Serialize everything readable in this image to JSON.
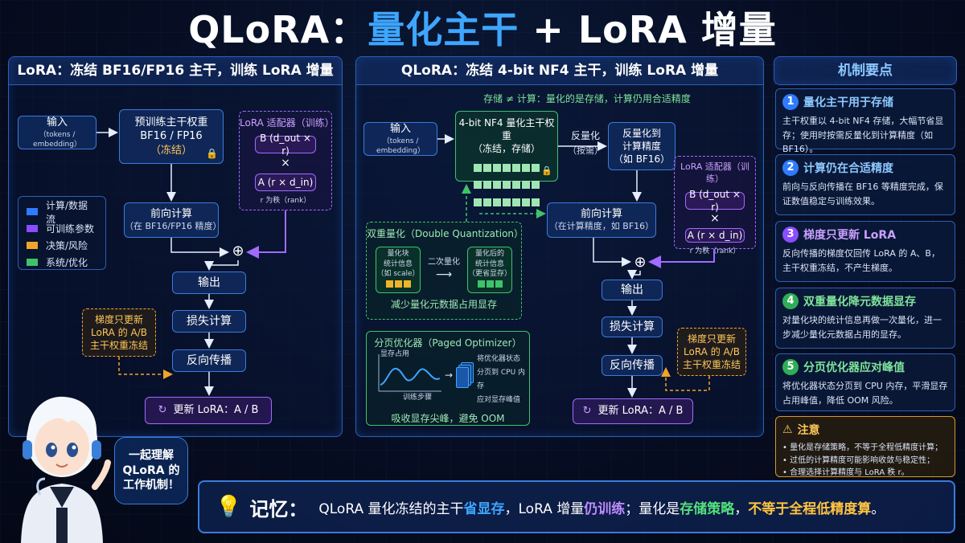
{
  "title": {
    "main": "QLoRA：",
    "accent": "量化主干",
    "rest": " + LoRA 增量"
  },
  "colors": {
    "blue": "#2f7bff",
    "purple": "#8a4dff",
    "orange": "#f0a52a",
    "green": "#3fc36a"
  },
  "left_panel": {
    "header": "LoRA：冻结 BF16/FP16 主干，训练 LoRA 增量",
    "input": {
      "line1": "输入",
      "line2": "（tokens / embedding）"
    },
    "backbone": {
      "line1": "预训练主干权重",
      "line2": "BF16 / FP16",
      "line3": "（冻结）",
      "icon": "lock-icon"
    },
    "adapter": {
      "title": "LoRA 适配器（训练）",
      "b": "B (d_out × r)",
      "times": "×",
      "a": "A (r × d_in)",
      "rank": "r 为秩（rank）"
    },
    "forward": {
      "line1": "前向计算",
      "line2": "（在 BF16/FP16 精度）"
    },
    "plus": "⊕",
    "output": "输出",
    "loss": "损失计算",
    "backward": "反向传播",
    "grad_note": {
      "line1": "梯度只更新",
      "line2": "LoRA 的 A/B",
      "line3": "主干权重冻结"
    },
    "update": "更新 LoRA：A / B",
    "legend": [
      {
        "label": "计算/数据流",
        "color": "#2f7bff"
      },
      {
        "label": "可训练参数",
        "color": "#8a4dff"
      },
      {
        "label": "决策/风险",
        "color": "#f0a52a"
      },
      {
        "label": "系统/优化",
        "color": "#3fc36a"
      }
    ]
  },
  "mid_panel": {
    "header": "QLoRA：冻结 4-bit NF4 主干，训练 LoRA 增量",
    "note": "存储 ≠ 计算：量化的是存储，计算仍用合适精度",
    "input": {
      "line1": "输入",
      "line2": "（tokens / embedding）"
    },
    "nf4": {
      "line1": "4-bit NF4 量化主干权重",
      "line2": "（冻结，存储）"
    },
    "dequant_label": {
      "line1": "反量化",
      "line2": "（按需）"
    },
    "dequant_box": {
      "line1": "反量化到",
      "line2": "计算精度",
      "line3": "（如 BF16）"
    },
    "adapter": {
      "title": "LoRA 适配器（训练）",
      "b": "B (d_out × r)",
      "times": "×",
      "a": "A (r × d_in)",
      "rank": "r 为秩（rank）"
    },
    "forward": {
      "line1": "前向计算",
      "line2": "（在计算精度，如 BF16）"
    },
    "double_quant": {
      "title": "双重量化（Double Quantization）",
      "left": {
        "line1": "量化块",
        "line2": "统计信息",
        "line3": "（如 scale）"
      },
      "arrow_label": "二次量化",
      "right": {
        "line1": "量化后的",
        "line2": "统计信息",
        "line3": "（更省显存）"
      },
      "footer": "减少量化元数据占用显存"
    },
    "paged": {
      "title": "分页优化器（Paged Optimizer）",
      "ylabel": "显存占用",
      "xlabel": "训练步骤",
      "t1": "将优化器状态",
      "t2": "分页到 CPU 内存",
      "t3": "应对显存峰值",
      "footer": "吸收显存尖峰，避免 OOM"
    },
    "plus": "⊕",
    "output": "输出",
    "loss": "损失计算",
    "backward": "反向传播",
    "grad_note": {
      "line1": "梯度只更新",
      "line2": "LoRA 的 A/B",
      "line3": "主干权重冻结"
    },
    "update": "更新 LoRA：A / B"
  },
  "right_panel": {
    "header": "机制要点",
    "cards": [
      {
        "num": "1",
        "title": "量化主干用于存储",
        "body": "主干权重以 4-bit NF4 存储，大幅节省显存；使用时按需反量化到计算精度（如 BF16）。"
      },
      {
        "num": "2",
        "title": "计算仍在合适精度",
        "body": "前向与反向传播在 BF16 等精度完成，保证数值稳定与训练效果。"
      },
      {
        "num": "3",
        "title": "梯度只更新 LoRA",
        "body": "反向传播的梯度仅回传 LoRA 的 A、B，主干权重冻结，不产生梯度。"
      },
      {
        "num": "4",
        "title": "双重量化降元数据显存",
        "body": "对量化块的统计信息再做一次量化，进一步减少量化元数据占用的显存。"
      },
      {
        "num": "5",
        "title": "分页优化器应对峰值",
        "body": "将优化器状态分页到 CPU 内存，平滑显存占用峰值，降低 OOM 风险。"
      }
    ],
    "warning": {
      "title": "注意",
      "items": [
        "量化是存储策略，不等于全程低精度计算；",
        "过低的计算精度可能影响收敛与稳定性；",
        "合理选择计算精度与 LoRA 秩 r。"
      ]
    }
  },
  "mascot_bubble": {
    "line1": "一起理解",
    "line2": "QLoRA 的",
    "line3": "工作机制！"
  },
  "memo": {
    "key": "记忆：",
    "p1": "QLoRA 量化冻结的主干",
    "h1": "省显存",
    "p2": "，LoRA 增量",
    "h2": "仍训练",
    "p3": "；量化是",
    "h3": "存储策略",
    "p4": "，",
    "h4": "不等于全程低精度算",
    "p5": "。"
  }
}
